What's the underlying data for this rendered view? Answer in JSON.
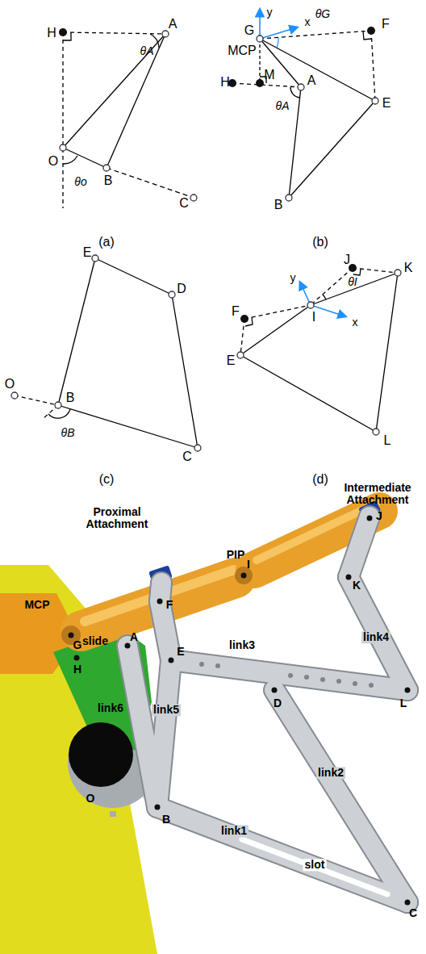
{
  "diagram": {
    "labels": [
      "H",
      "A",
      "θA",
      "O",
      "θo",
      "B",
      "C",
      "(a)",
      "G",
      "MCP",
      "y",
      "x",
      "θG",
      "F",
      "H",
      "M",
      "A",
      "θA",
      "E",
      "B",
      "(b)",
      "E",
      "D",
      "O",
      "B",
      "θB",
      "C",
      "(c)",
      "J",
      "K",
      "y",
      "I",
      "θI",
      "x",
      "F",
      "E",
      "L",
      "(d)",
      "Proximal Attachment",
      "Intermediate Attachment",
      "PIP",
      "MCP",
      "J",
      "F",
      "I",
      "K",
      "link4",
      "G",
      "A",
      "E",
      "link3",
      "D",
      "slide",
      "H",
      "L",
      "link6",
      "link5",
      "O",
      "link2",
      "B",
      "link1",
      "slot",
      "C"
    ]
  }
}
